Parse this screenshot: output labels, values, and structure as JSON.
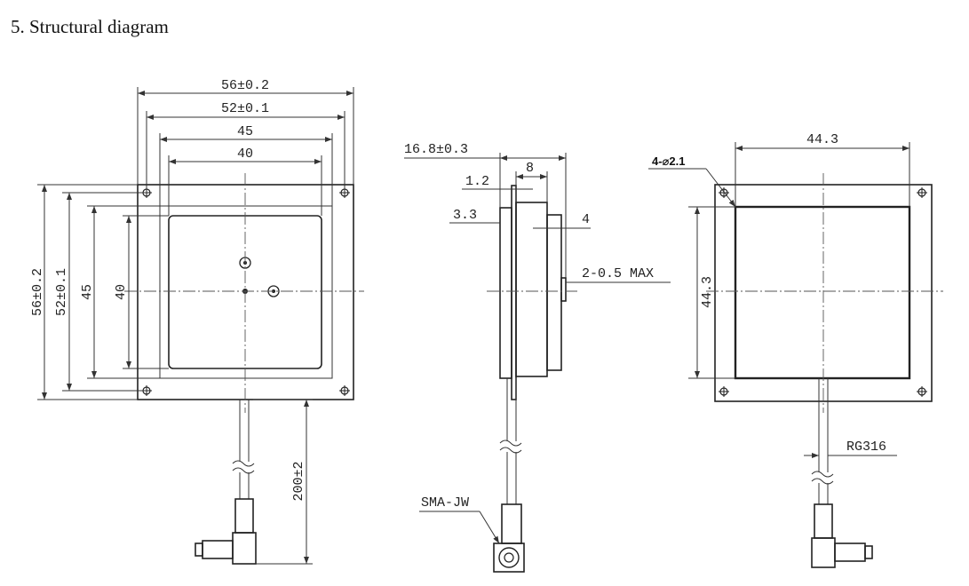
{
  "heading": "5. Structural diagram",
  "front_view": {
    "dims": {
      "width_outer": "56±0.2",
      "width_mount": "52±0.1",
      "width_45": "45",
      "width_40": "40",
      "height_outer": "56±0.2",
      "height_mount": "52±0.1",
      "height_45": "45",
      "height_40": "40",
      "cable_length": "200±2"
    }
  },
  "side_view": {
    "dims": {
      "total_thickness": "16.8±0.3",
      "d_8": "8",
      "d_1_2": "1.2",
      "d_3_3": "3.3",
      "d_4": "4",
      "d_2_05": "2-0.5 MAX",
      "connector": "SMA-JW"
    }
  },
  "back_view": {
    "dims": {
      "hole_spec": "4-⌀2.1",
      "width_44_3": "44.3",
      "height_44_3": "44.3",
      "cable_type": "RG316"
    }
  }
}
